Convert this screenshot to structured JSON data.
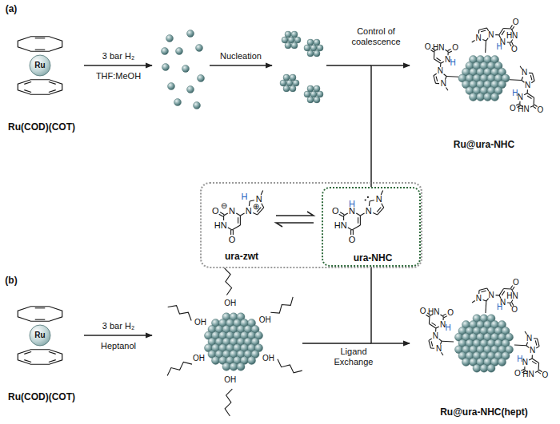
{
  "diagram": {
    "nodes": [
      {
        "text": [
          "Ru@ura-NHC"
        ]
      },
      {
        "text": [
          "ura-zwt"
        ]
      },
      {
        "text": [
          "ura-NHC"
        ],
        "in": 1
      },
      {
        "text": [
          "Ru@ura-NHC(hept)"
        ]
      }
    ],
    "edges": [
      {
        "from": 2,
        "to": 0,
        "arrow": "to",
        "label": "Control of coalescence"
      },
      {
        "from": 2,
        "to": 3,
        "arrow": "to",
        "label": "Ligand Exchange"
      }
    ],
    "labels": [
      "(a)",
      "Ru",
      "Ru(COD)(COT)",
      "3 bar H₂",
      "THF:MeOH",
      "Nucleation",
      "O",
      "H",
      "N",
      "HN",
      "O",
      "N",
      "N",
      "O",
      "H",
      "N",
      "HN",
      "O",
      "N",
      "N",
      "O",
      "H",
      "N",
      "HN",
      "O",
      "N",
      "N",
      "O",
      "⊖",
      "N",
      "HN",
      "O",
      "N",
      "N",
      "H",
      "⊕",
      "O",
      "H",
      "N",
      "HN",
      "O",
      "N",
      "N",
      "(b)",
      "Ru",
      "Ru(COD)(COT)",
      "3 bar H₂",
      "Heptanol",
      "OH",
      "OH",
      "OH",
      "OH",
      "OH",
      "OH",
      "O",
      "H",
      "N",
      "HN",
      "O",
      "N",
      "N",
      "O",
      "H",
      "N",
      "HN",
      "O",
      "N",
      "N",
      "O",
      "H",
      "N",
      "HN",
      "O",
      "N",
      "N"
    ]
  }
}
